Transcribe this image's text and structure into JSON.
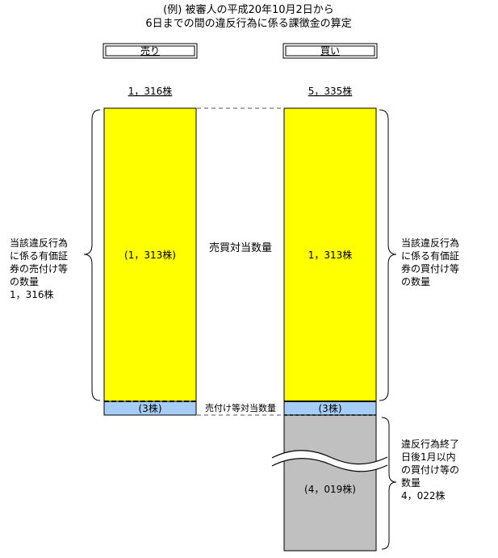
{
  "title": {
    "line1": "(例) 被審人の平成20年10月2日から",
    "line2": "6日までの間の違反行為に係る課徴金の算定"
  },
  "columns": {
    "sell": {
      "header": "売り",
      "total_label": "1，316株",
      "matched_label": "(1，313株)",
      "small_label": "(3株)"
    },
    "buy": {
      "header": "買い",
      "total_label": "5，335株",
      "matched_label": "1，313株",
      "small_label": "(3株)",
      "later_label": "(4，019株)"
    }
  },
  "center_labels": {
    "matched": "売買対当数量",
    "small": "売付け等対当数量"
  },
  "left_note": {
    "lines": [
      "当該違反行為",
      "に係る有価証",
      "券の売付け等",
      "の数量",
      "1，316株"
    ]
  },
  "right_note_top": {
    "lines": [
      "当該違反行為",
      "に係る有価証",
      "券の買付け等",
      "の数量"
    ]
  },
  "right_note_bottom": {
    "lines": [
      "違反行為終了",
      "日後1月以内",
      "の買付け等の",
      "数量",
      "4，022株"
    ]
  },
  "chart_data": {
    "type": "bar",
    "categories": [
      "売り",
      "買い"
    ],
    "series": [
      {
        "name": "売買対当数量",
        "values": [
          1313,
          1313
        ]
      },
      {
        "name": "売付け等対当数量",
        "values": [
          3,
          3
        ]
      },
      {
        "values": [
          0,
          4019
        ]
      }
    ],
    "colors": {
      "matched": "#ffff00",
      "small": "#a6cdf5",
      "later": "#c0c0c0"
    }
  }
}
